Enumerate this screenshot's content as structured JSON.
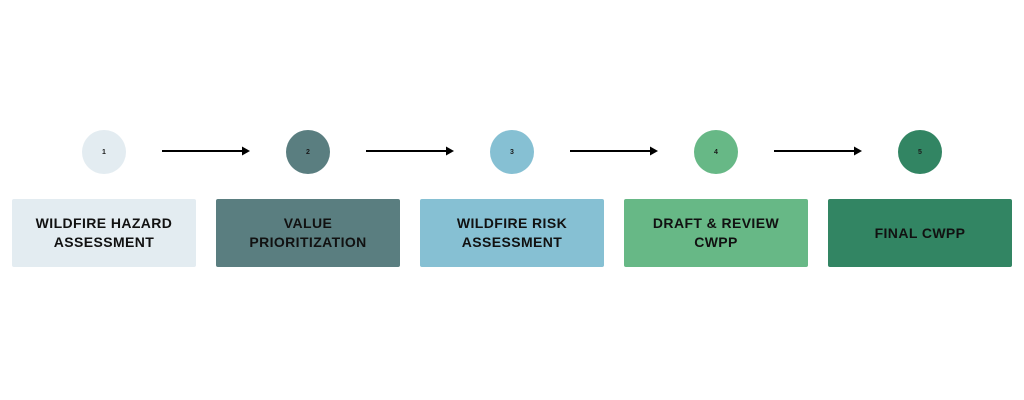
{
  "steps": [
    {
      "number": "1",
      "label": "WILDFIRE HAZARD ASSESSMENT",
      "color": "#e3ecf1"
    },
    {
      "number": "2",
      "label": "VALUE PRIORITIZATION",
      "color": "#5a7e80"
    },
    {
      "number": "3",
      "label": "WILDFIRE RISK ASSESSMENT",
      "color": "#86c0d3"
    },
    {
      "number": "4",
      "label": "DRAFT & REVIEW CWPP",
      "color": "#67b886"
    },
    {
      "number": "5",
      "label": "FINAL CWPP",
      "color": "#328563"
    }
  ],
  "arrow_color": "#000000"
}
